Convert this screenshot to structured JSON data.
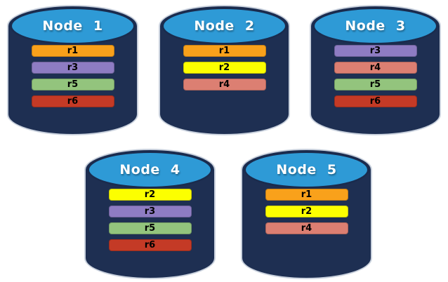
{
  "diagram": {
    "description_colors": {
      "cylinder_body": "#1E2F52",
      "cylinder_top": "#2E9AD6",
      "cylinder_top_border": "#1A2B4D",
      "title_text": "#FFFFFF",
      "bar_text": "#000000",
      "background": "#FFFFFF"
    },
    "replica_colors": {
      "r1": "#F9A11B",
      "r2": "#FCFF00",
      "r3": "#8E7CC3",
      "r4": "#DC7F72",
      "r5": "#93C47D",
      "r6": "#C43A26"
    },
    "nodes": [
      {
        "label": "Node 1",
        "replicas": [
          {
            "id": "r1",
            "label": "r1"
          },
          {
            "id": "r3",
            "label": "r3"
          },
          {
            "id": "r5",
            "label": "r5"
          },
          {
            "id": "r6",
            "label": "r6"
          }
        ]
      },
      {
        "label": "Node 2",
        "replicas": [
          {
            "id": "r1",
            "label": "r1"
          },
          {
            "id": "r2",
            "label": "r2"
          },
          {
            "id": "r4",
            "label": "r4"
          }
        ]
      },
      {
        "label": "Node 3",
        "replicas": [
          {
            "id": "r3",
            "label": "r3"
          },
          {
            "id": "r4",
            "label": "r4"
          },
          {
            "id": "r5",
            "label": "r5"
          },
          {
            "id": "r6",
            "label": "r6"
          }
        ]
      },
      {
        "label": "Node 4",
        "replicas": [
          {
            "id": "r2",
            "label": "r2"
          },
          {
            "id": "r3",
            "label": "r3"
          },
          {
            "id": "r5",
            "label": "r5"
          },
          {
            "id": "r6",
            "label": "r6"
          }
        ]
      },
      {
        "label": "Node 5",
        "replicas": [
          {
            "id": "r1",
            "label": "r1"
          },
          {
            "id": "r2",
            "label": "r2"
          },
          {
            "id": "r4",
            "label": "r4"
          }
        ]
      }
    ]
  }
}
